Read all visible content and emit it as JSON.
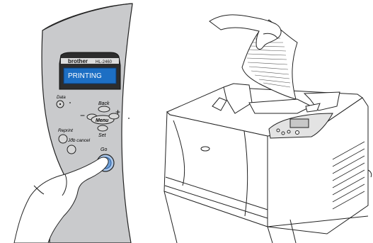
{
  "panel": {
    "brand": "brother",
    "model": "HL-2460",
    "lcd_text": "PRINTING",
    "lcd_bg": "#1d6fc4",
    "panel_fill": "#c9cacc",
    "buttons": {
      "data": "Data",
      "back": "Back",
      "minus": "−",
      "menu": "Menu",
      "plus": "+",
      "set": "Set",
      "reprint": "Reprint",
      "job_cancel": "Job cancel",
      "go": "Go"
    },
    "go_button_color": "#6d9fd8"
  },
  "printer": {
    "icons": [
      "printer-body-icon",
      "printed-page-icon",
      "hand-icon"
    ]
  }
}
